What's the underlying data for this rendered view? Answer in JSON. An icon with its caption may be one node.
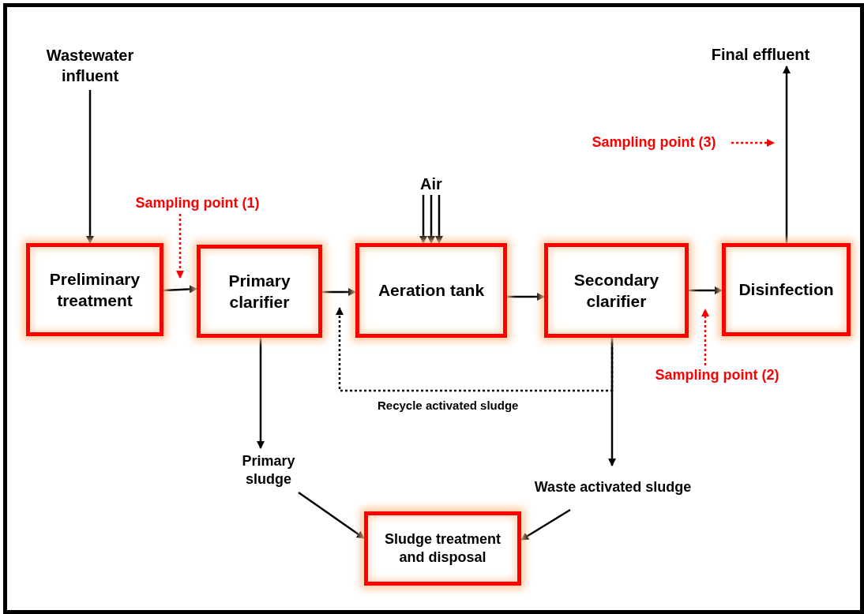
{
  "diagram": {
    "nodes": [
      {
        "text": [
          "Wastewater influent"
        ]
      },
      {
        "text": [
          "Preliminary treatment"
        ]
      },
      {
        "text": [
          "Primary clarifier"
        ]
      },
      {
        "text": [
          "Aeration tank"
        ]
      },
      {
        "text": [
          "Secondary clarifier"
        ]
      },
      {
        "text": [
          "Disinfection"
        ]
      },
      {
        "text": [
          "Final effluent"
        ]
      },
      {
        "text": [
          "Air"
        ]
      },
      {
        "text": [
          "Primary sludge"
        ]
      },
      {
        "text": [
          "Waste activated sludge"
        ]
      },
      {
        "text": [
          "Sludge treatment and disposal"
        ]
      },
      {
        "text": [
          "Sampling point (1)"
        ]
      },
      {
        "text": [
          "Sampling point (2)"
        ]
      },
      {
        "text": [
          "Sampling point (3)"
        ]
      }
    ],
    "edges": [
      {
        "from": 0,
        "to": 1,
        "arrow": "to"
      },
      {
        "from": 1,
        "to": 2,
        "arrow": "to"
      },
      {
        "from": 2,
        "to": 3,
        "arrow": "to"
      },
      {
        "from": 3,
        "to": 4,
        "arrow": "to"
      },
      {
        "from": 4,
        "to": 5,
        "arrow": "to"
      },
      {
        "from": 5,
        "to": 6,
        "arrow": "to"
      },
      {
        "from": 7,
        "to": 3,
        "arrow": "to"
      },
      {
        "from": 7,
        "to": 3,
        "arrow": "to"
      },
      {
        "from": 7,
        "to": 3,
        "arrow": "to"
      },
      {
        "from": 2,
        "to": 8,
        "arrow": "to"
      },
      {
        "from": 4,
        "to": 9,
        "arrow": "to"
      },
      {
        "from": 4,
        "to": 3,
        "arrow": "to",
        "label": "Recycle activated sludge",
        "style": "dashed"
      },
      {
        "from": 8,
        "to": 10,
        "arrow": "to"
      },
      {
        "from": 9,
        "to": 10,
        "arrow": "to"
      },
      {
        "from": 11,
        "to": 2,
        "arrow": "to",
        "style": "dashed",
        "color": "#ff0000"
      },
      {
        "from": 12,
        "to": 5,
        "arrow": "to",
        "style": "dashed",
        "color": "#ff0000"
      },
      {
        "from": 13,
        "to": null,
        "arrow": "to",
        "style": "dashed",
        "color": "#ff0000"
      }
    ]
  }
}
